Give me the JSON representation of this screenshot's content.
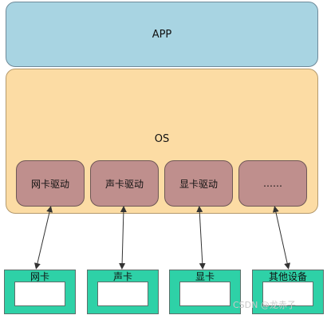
{
  "app": {
    "label": "APP"
  },
  "os": {
    "label": "OS"
  },
  "drivers": [
    {
      "label": "网卡驱动"
    },
    {
      "label": "声卡驱动"
    },
    {
      "label": "显卡驱动"
    },
    {
      "label": "……"
    }
  ],
  "devices": [
    {
      "label": "网卡"
    },
    {
      "label": "声卡"
    },
    {
      "label": "显卡"
    },
    {
      "label": "其他设备"
    }
  ],
  "watermark": "CSDN @龙赤子",
  "colors": {
    "app_fill": "#a8d4e2",
    "os_fill": "#fcdca4",
    "driver_fill": "#bf8f8d",
    "device_fill": "#2ed1a7"
  }
}
